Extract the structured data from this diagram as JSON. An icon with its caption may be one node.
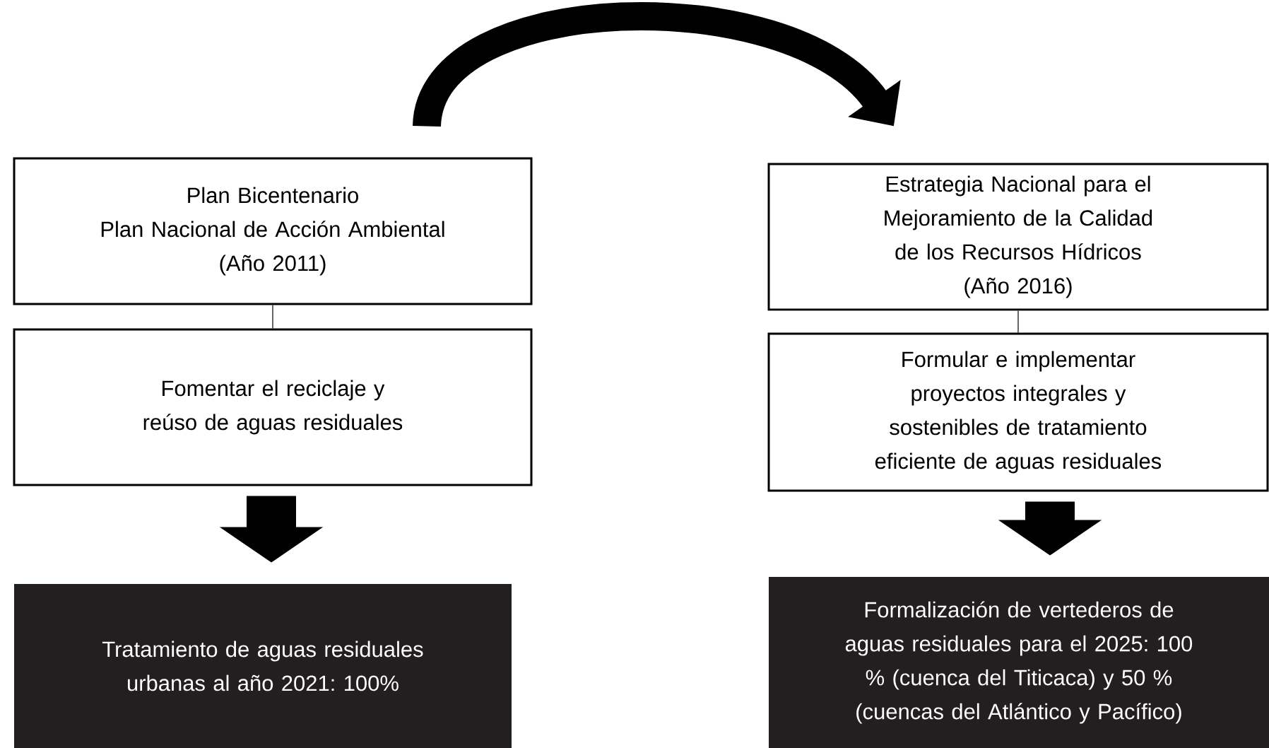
{
  "diagram": {
    "nodes": [
      {
        "text": [
          "Plan Bicentenario",
          "Plan Nacional de Acción Ambiental",
          "(Año 2011)"
        ]
      },
      {
        "text": [
          "Fomentar el reciclaje y reúso de aguas residuales"
        ]
      },
      {
        "text": [
          "Tratamiento de aguas residuales urbanas al año 2021: 100%"
        ]
      },
      {
        "text": [
          "Estrategia Nacional para el Mejoramiento de la Calidad de los Recursos Hídricos",
          "(Año 2016)"
        ]
      },
      {
        "text": [
          "Formular e implementar proyectos integrales y sostenibles de tratamiento eficiente de aguas residuales"
        ]
      },
      {
        "text": [
          "Formalización de vertederos de aguas residuales para el 2025: 100 % (cuenca del Titicaca) y 50 % (cuencas del Atlántico y Pacífico)"
        ]
      }
    ],
    "edges": [
      {
        "from": 0,
        "to": 1,
        "arrow": "none"
      },
      {
        "from": 1,
        "to": 2,
        "arrow": "to"
      },
      {
        "from": 3,
        "to": 4,
        "arrow": "none"
      },
      {
        "from": 4,
        "to": 5,
        "arrow": "to"
      },
      {
        "from": 0,
        "to": 3,
        "arrow": "to"
      }
    ]
  }
}
